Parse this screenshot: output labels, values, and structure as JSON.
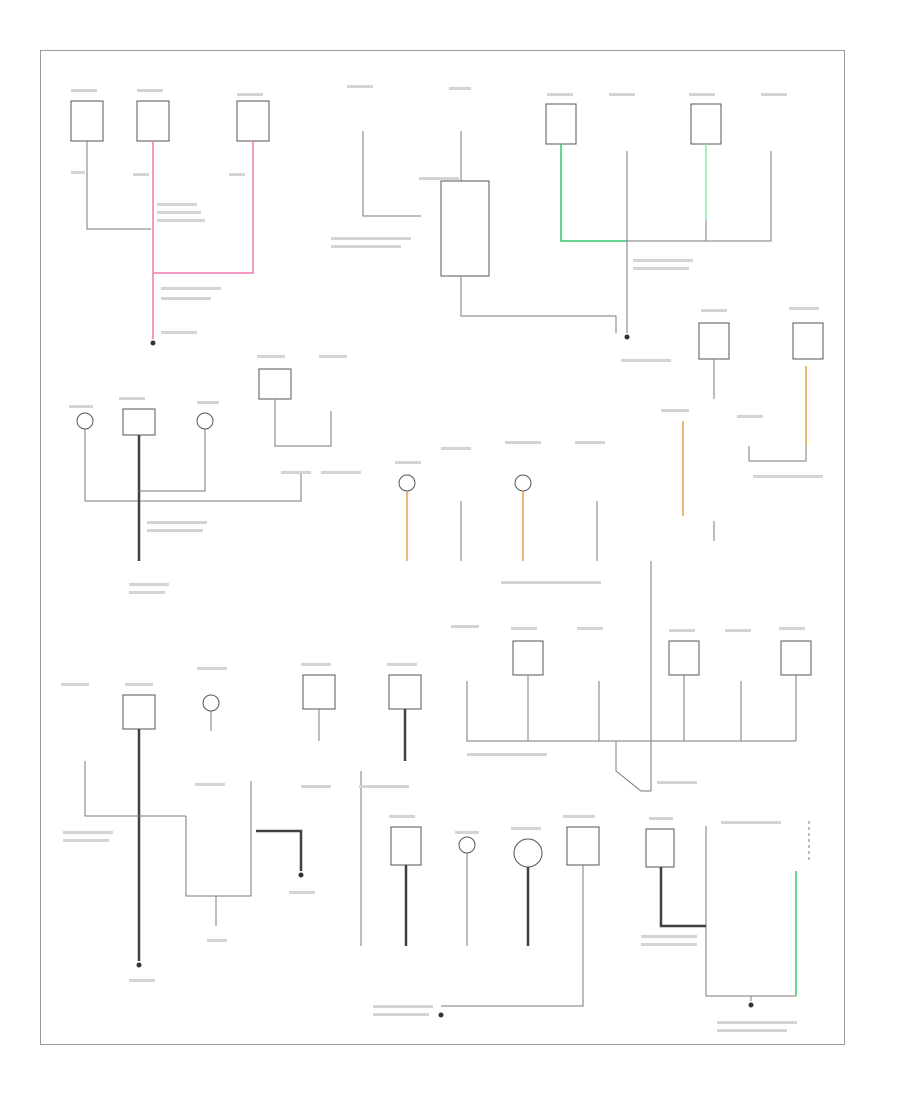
{
  "diagram": {
    "footer_code": "",
    "accent_colors": {
      "pink": "#f07ab0",
      "green": "#33cc66",
      "light_green": "#88e8a4",
      "orange": "#e8a040",
      "wire_gray": "#7a7a7a",
      "dark_wire": "#404040"
    },
    "component_icons": [
      "connector-block",
      "bulb",
      "ground-terminal"
    ]
  }
}
